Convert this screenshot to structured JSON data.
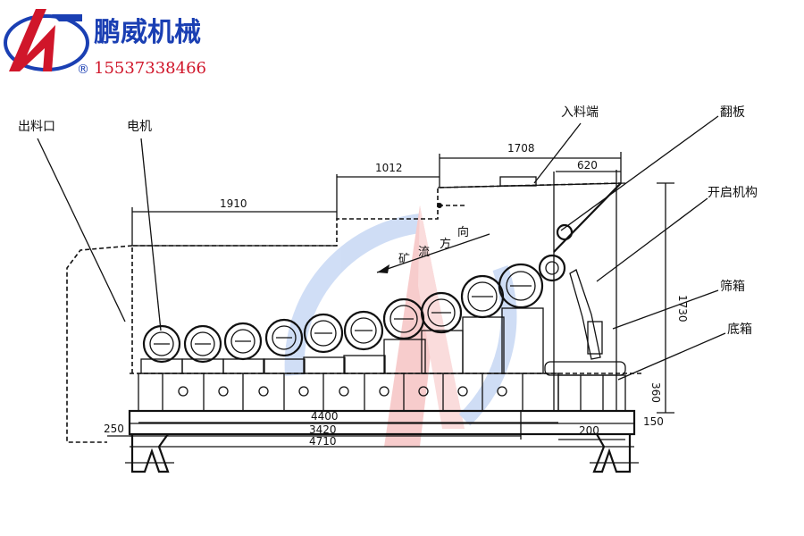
{
  "brand": {
    "name": "鹏威机械",
    "registered": "®",
    "phone": "15537338466",
    "primary_color": "#1a3fb3",
    "accent_color": "#d0162a"
  },
  "labels": {
    "outlet": "出料口",
    "motor": "电机",
    "inlet": "入料端",
    "flap": "翻板",
    "opening_mechanism": "开启机构",
    "screen_box": "筛箱",
    "base_box": "底箱"
  },
  "flow": {
    "char1": "矿",
    "char2": "流",
    "char3": "方",
    "char4": "向"
  },
  "dimensions": {
    "d1910": "1910",
    "d1012": "1012",
    "d1708": "1708",
    "d620": "620",
    "d1730": "1730",
    "d360": "360",
    "d150": "150",
    "d250": "250",
    "d200": "200",
    "d4400": "4400",
    "d3420": "3420",
    "d4710": "4710"
  }
}
